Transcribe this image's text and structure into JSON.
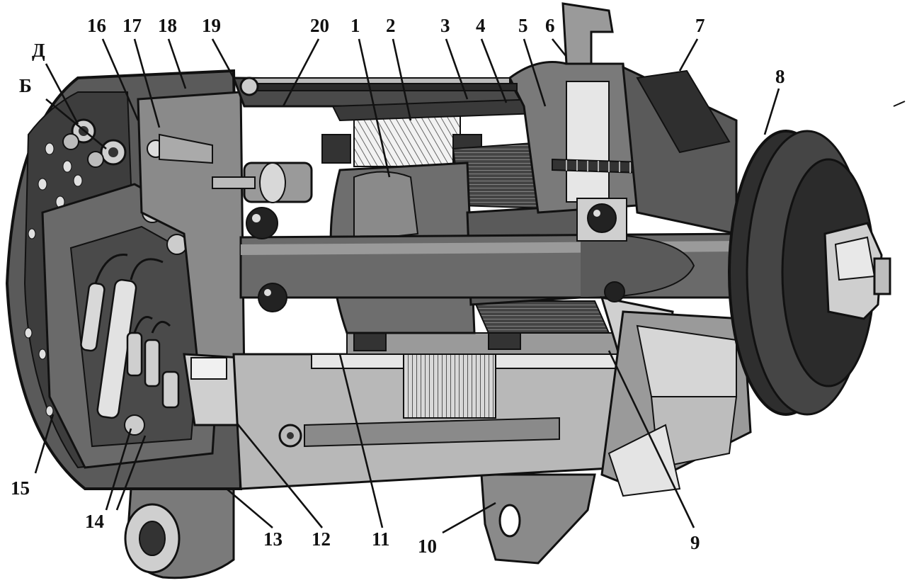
{
  "callouts": [
    "1",
    "2",
    "3",
    "4",
    "5",
    "6",
    "7",
    "8",
    "9",
    "10",
    "11",
    "12",
    "13",
    "14",
    "15",
    "16",
    "17",
    "18",
    "19",
    "20",
    "Д",
    "Б"
  ],
  "colors": {
    "ink": "#111111",
    "dark_metal": "#3a3a3a",
    "mid_metal": "#6e6e6e",
    "light_metal": "#bdbdbd",
    "highlight": "#e6e6e6",
    "background": "#ffffff"
  }
}
